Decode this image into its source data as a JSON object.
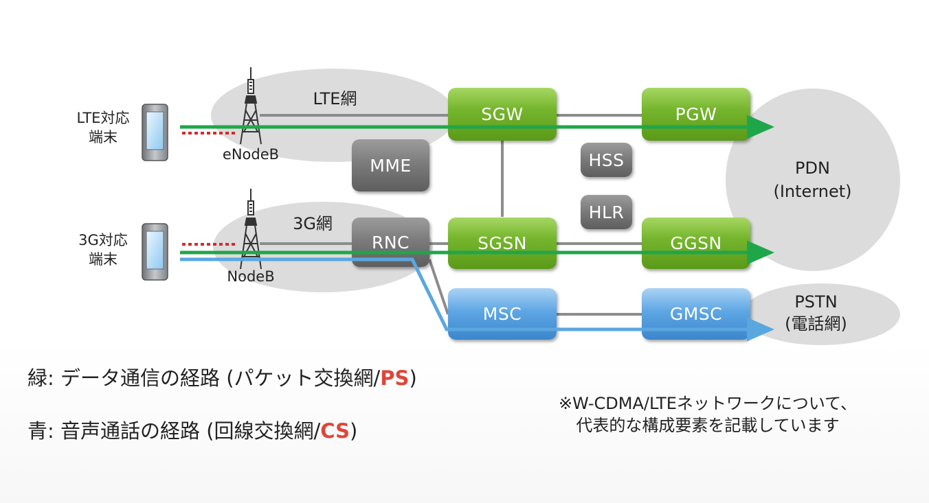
{
  "clouds": {
    "lte_net": "LTE網",
    "g3_net": "3G網",
    "pdn_line1": "PDN",
    "pdn_line2": "(Internet)",
    "pstn_line1": "PSTN",
    "pstn_line2": "(電話網)"
  },
  "terminals": {
    "lte_line1": "LTE対応",
    "lte_line2": "端末",
    "g3_line1": "3G対応",
    "g3_line2": "端末"
  },
  "stations": {
    "enodeb": "eNodeB",
    "nodeb": "NodeB"
  },
  "nodes": {
    "sgw": "SGW",
    "pgw": "PGW",
    "mme": "MME",
    "hss": "HSS",
    "hlr": "HLR",
    "rnc": "RNC",
    "sgsn": "SGSN",
    "ggsn": "GGSN",
    "msc": "MSC",
    "gmsc": "GMSC"
  },
  "legend": {
    "green_prefix": "緑: データ通信の経路 (パケット交換網/",
    "green_code": "PS",
    "green_suffix": ")",
    "blue_prefix": "青: 音声通話の経路 (回線交換網/",
    "blue_code": "CS",
    "blue_suffix": ")"
  },
  "note": {
    "line1": "※W-CDMA/LTEネットワークについて、",
    "line2": "代表的な構成要素を記載しています"
  },
  "colors": {
    "data_path": "#1fa64a",
    "voice_path": "#5aa7e0",
    "radio_link": "#d42a2a",
    "link": "#8c8c8c",
    "cloud": "#dcdcdc",
    "ps_cs_highlight": "#e0453a"
  }
}
